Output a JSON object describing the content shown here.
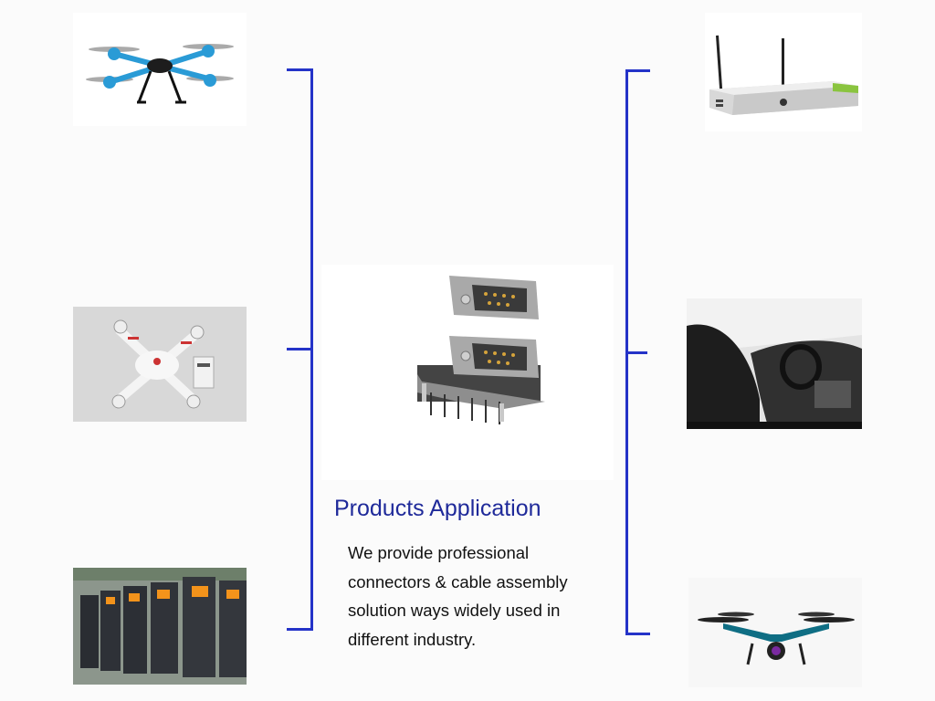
{
  "center": {
    "title": "Products Application",
    "description_lines": [
      "We provide professional",
      "connectors & cable assembly",
      "solution ways widely used in",
      "different industry."
    ]
  },
  "images": {
    "left": [
      {
        "name": "blue-quadcopter-drone"
      },
      {
        "name": "white-drone"
      },
      {
        "name": "industrial-inverters"
      }
    ],
    "right": [
      {
        "name": "tv-box-router"
      },
      {
        "name": "car-interior"
      },
      {
        "name": "camera-drone"
      }
    ],
    "center": {
      "name": "d-sub-connector"
    }
  },
  "colors": {
    "bracket": "#2433c8",
    "title": "#1f2a9a",
    "text": "#111111"
  }
}
